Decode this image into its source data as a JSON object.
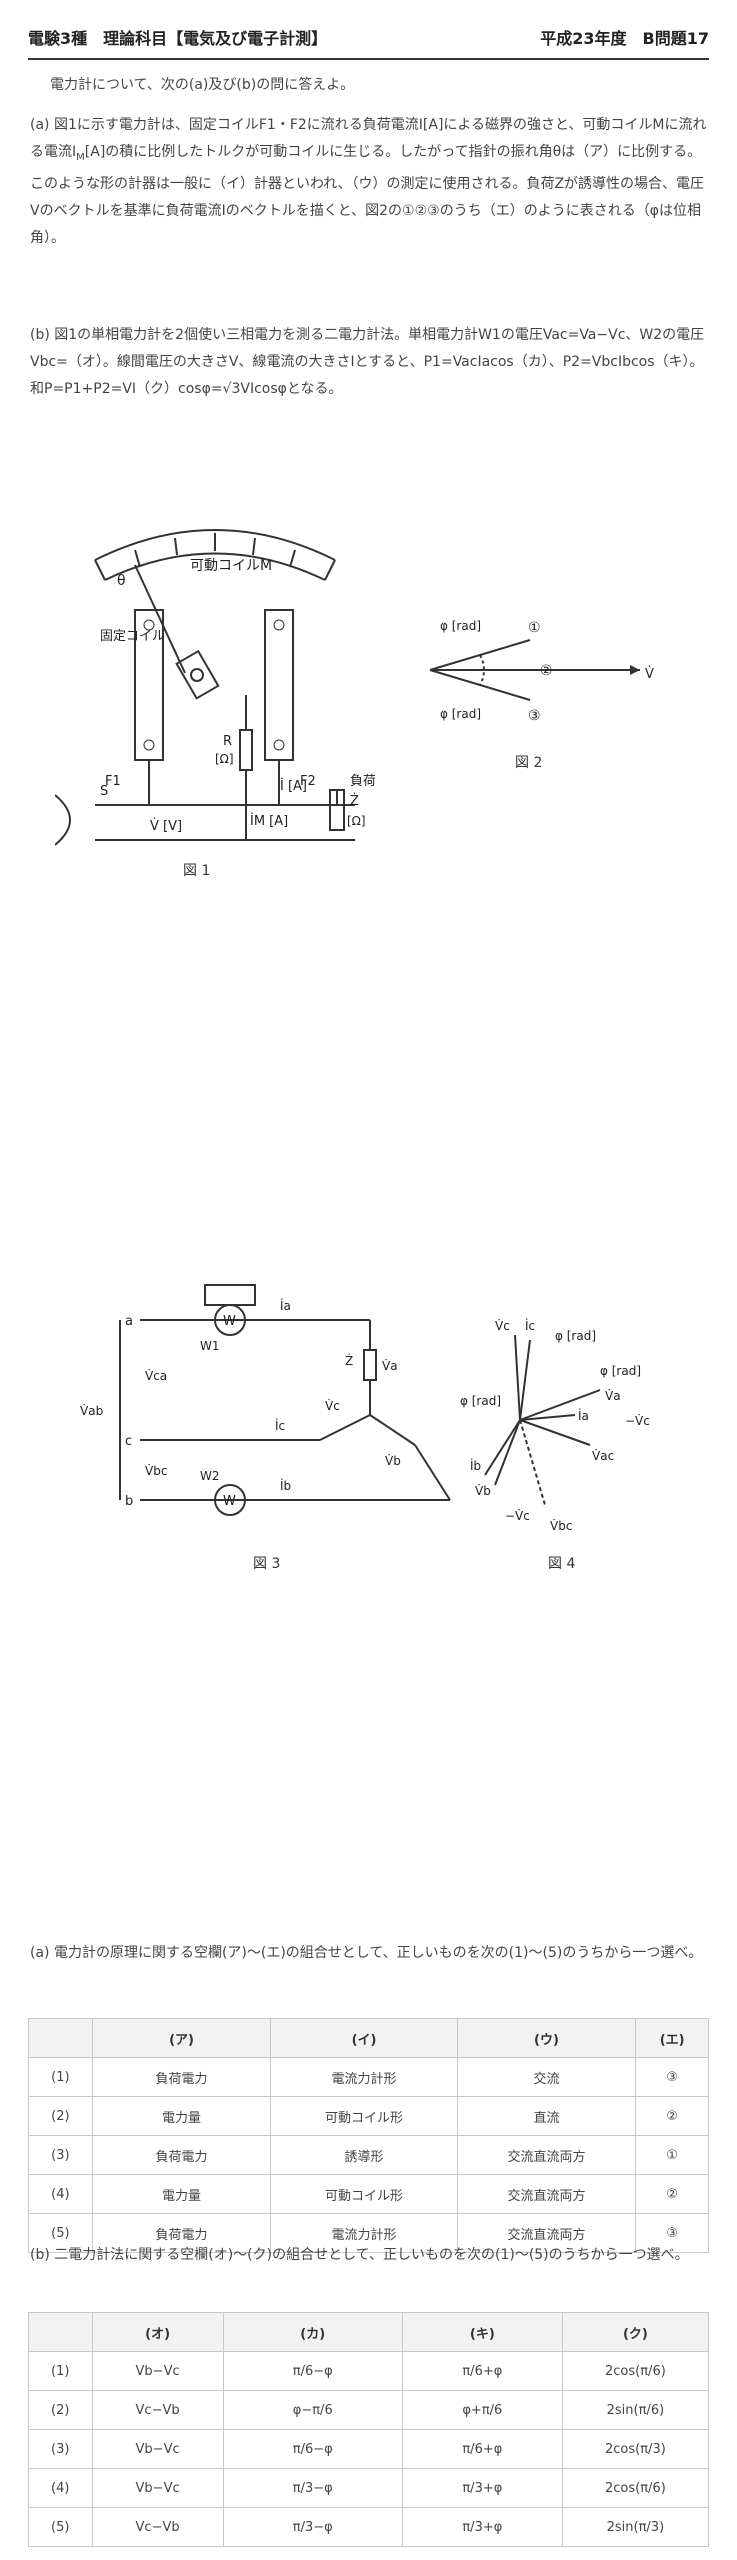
{
  "header": {
    "title": "電験3種　理論科目【電気及び電子計測】",
    "year": "平成23年度　B問題17"
  },
  "intro": "電力計について、次の(a)及び(b)の問に答えよ。",
  "para_a": "(a) 図1に示す電力計は、固定コイルF1・F2に流れる負荷電流I[A]による磁界の強さと、可動コイルMに流れる電流I",
  "para_a_sub": "M",
  "para_a_rest": "[A]の積に比例したトルクが可動コイルに生じる。したがって指針の振れ角θは（ア）に比例する。このような形の計器は一般に（イ）計器といわれ、（ウ）の測定に使用される。負荷Zが誘導性の場合、電圧Vのベクトルを基準に負荷電流Iのベクトルを描くと、図2の①②③のうち（エ）のように表される（φは位相角）。",
  "para_b": "(b) 図1の単相電力計を2個使い三相電力を測る二電力計法。単相電力計W1の電圧Vac=Va−Vc、W2の電圧Vbc=（オ）。線間電圧の大きさV、線電流の大きさIとすると、P1=VacIacos（カ）、P2=VbcIbcos（キ）。和P=P1+P2=VI（ク）cosφ=√3VIcosφとなる。",
  "figures": {
    "fig1": {
      "caption": "図 1",
      "label_coil": "可動コイルM",
      "label_theta": "θ",
      "label_fixed1": "固定コイル",
      "label_f1": "F1",
      "label_f2": "F2",
      "label_r": "R",
      "label_ohm": "[Ω]",
      "label_s": "S",
      "label_v": "V̇ [V]",
      "label_i": "İ [A]",
      "label_im": "İM [A]",
      "label_load": "負荷",
      "label_z": "Ż",
      "label_zohm": "[Ω]"
    },
    "fig2": {
      "caption": "図 2",
      "label_phi_top": "φ [rad]",
      "label_phi_bot": "φ [rad]",
      "label_1": "①",
      "label_2": "②",
      "label_3": "③",
      "label_v": "V̇"
    },
    "fig3": {
      "caption": "図 3",
      "label_a": "a",
      "label_b": "b",
      "label_c": "c",
      "label_w": "W",
      "label_w1": "W1",
      "label_w2": "W2",
      "label_vab": "V̇ab",
      "label_vca": "V̇ca",
      "label_vbc": "V̇bc",
      "label_ia": "İa",
      "label_ib": "İb",
      "label_ic": "İc",
      "label_va": "V̇a",
      "label_vb": "V̇b",
      "label_vc": "V̇c",
      "label_z": "Ż"
    },
    "fig4": {
      "caption": "図 4",
      "label_vc": "V̇c",
      "label_ic": "İc",
      "label_phi1": "φ [rad]",
      "label_phi2": "φ [rad]",
      "label_phi3": "φ [rad]",
      "label_va": "V̇a",
      "label_ia": "İa",
      "label_mvc": "−V̇c",
      "label_ib": "İb",
      "label_vb": "V̇b",
      "label_vac": "V̇ac",
      "label_mvc2": "−V̇c",
      "label_vbc": "V̇bc"
    }
  },
  "question_a": "(a) 電力計の原理に関する空欄(ア)〜(エ)の組合せとして、正しいものを次の(1)〜(5)のうちから一つ選べ。",
  "table_a": {
    "headers": [
      "",
      "(ア)",
      "(イ)",
      "(ウ)",
      "(エ)"
    ],
    "rows": [
      [
        "(1)",
        "負荷電力",
        "電流力計形",
        "交流",
        "③"
      ],
      [
        "(2)",
        "電力量",
        "可動コイル形",
        "直流",
        "②"
      ],
      [
        "(3)",
        "負荷電力",
        "誘導形",
        "交流直流両方",
        "①"
      ],
      [
        "(4)",
        "電力量",
        "可動コイル形",
        "交流直流両方",
        "②"
      ],
      [
        "(5)",
        "負荷電力",
        "電流力計形",
        "交流直流両方",
        "③"
      ]
    ]
  },
  "question_b": "(b) 二電力計法に関する空欄(オ)〜(ク)の組合せとして、正しいものを次の(1)〜(5)のうちから一つ選べ。",
  "table_b": {
    "headers": [
      "",
      "(オ)",
      "(カ)",
      "(キ)",
      "(ク)"
    ],
    "rows": [
      [
        "(1)",
        "Vb−Vc",
        "π/6−φ",
        "π/6+φ",
        "2cos(π/6)"
      ],
      [
        "(2)",
        "Vc−Vb",
        "φ−π/6",
        "φ+π/6",
        "2sin(π/6)"
      ],
      [
        "(3)",
        "Vb−Vc",
        "π/6−φ",
        "π/6+φ",
        "2cos(π/3)"
      ],
      [
        "(4)",
        "Vb−Vc",
        "π/3−φ",
        "π/3+φ",
        "2cos(π/6)"
      ],
      [
        "(5)",
        "Vc−Vb",
        "π/3−φ",
        "π/3+φ",
        "2sin(π/3)"
      ]
    ]
  }
}
